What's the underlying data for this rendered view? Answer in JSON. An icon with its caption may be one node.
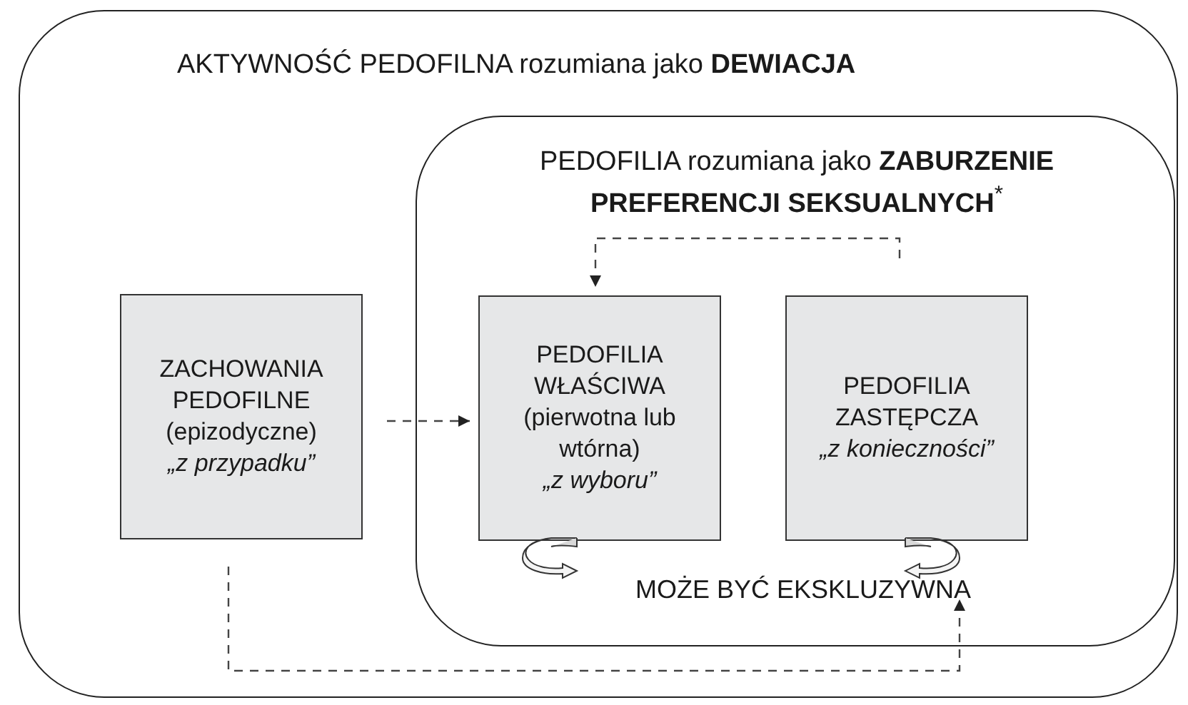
{
  "diagram": {
    "nodes": [
      {
        "text": [
          "AKTYWNOŚĆ PEDOFILNA rozumiana jako **DEWIACJA**"
        ]
      },
      {
        "text": [
          "PEDOFILIA rozumiana jako **ZABURZENIE PREFERENCJI SEKSUALNYCH**$^{*}$"
        ],
        "in": 0
      },
      {
        "text": [
          "ZACHOWANIA PEDOFILNE (epizodyczne)",
          "„z przypadku”"
        ],
        "in": 0
      },
      {
        "text": [
          "PEDOFILIA WŁAŚCIWA (pierwotna lub wtórna)",
          "„z wyboru”"
        ],
        "in": 1
      },
      {
        "text": [
          "PEDOFILIA ZASTĘPCZA",
          "„z konieczności”"
        ],
        "in": 1
      },
      {
        "text": [
          "MOŻE BYĆ EKSKLUZYWNA"
        ],
        "in": 1
      }
    ],
    "edges": [
      {
        "from": 2,
        "to": 3,
        "arrow": "to",
        "style": "dashed"
      },
      {
        "from": 4,
        "to": 3,
        "arrow": "to",
        "style": "dashed"
      },
      {
        "from": 2,
        "to": 5,
        "arrow": "to",
        "style": "dashed"
      }
    ]
  }
}
